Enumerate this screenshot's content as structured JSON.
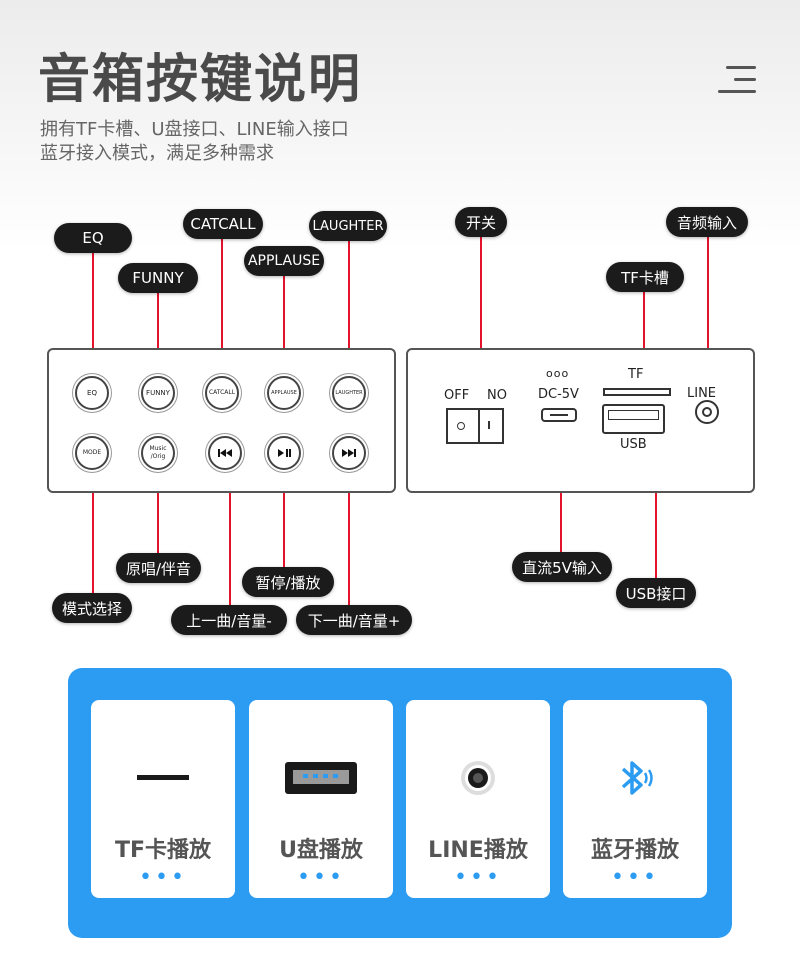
{
  "header": {
    "title": "音箱按键说明",
    "subtitle_line1": "拥有TF卡槽、U盘接口、LINE输入接口",
    "subtitle_line2": "蓝牙接入模式，满足多种需求"
  },
  "left_panel": {
    "buttons_row1": [
      "EQ",
      "FUNNY",
      "CATCALL",
      "APPLAUSE",
      "LAUGHTER"
    ],
    "buttons_row2": [
      "MODE",
      "Music /Orig",
      "prev-icon",
      "play-pause-icon",
      "next-icon"
    ],
    "callouts_top": [
      "EQ",
      "FUNNY",
      "CATCALL",
      "APPLAUSE",
      "LAUGHTER"
    ],
    "callouts_bottom": [
      "模式选择",
      "原唱/伴音",
      "上一曲/音量-",
      "暂停/播放",
      "下一曲/音量+"
    ]
  },
  "right_panel": {
    "switch_off": "OFF",
    "switch_on": "NO",
    "dc_label": "DC-5V",
    "dc_dots": "ooo",
    "tf_label": "TF",
    "usb_label": "USB",
    "line_label": "LINE",
    "callouts": {
      "switch": "开关",
      "audio_in": "音频输入",
      "tf_slot": "TF卡槽",
      "dc_in": "直流5V输入",
      "usb_port": "USB接口"
    }
  },
  "modes": [
    {
      "label": "TF卡播放",
      "icon": "tf-card-icon",
      "dots": "•••"
    },
    {
      "label": "U盘播放",
      "icon": "usb-drive-icon",
      "dots": "•••"
    },
    {
      "label": "LINE播放",
      "icon": "line-jack-icon",
      "dots": "•••"
    },
    {
      "label": "蓝牙播放",
      "icon": "bluetooth-icon",
      "dots": "•••"
    }
  ],
  "colors": {
    "accent_blue": "#2b9cf2",
    "callout_line": "#e3132c",
    "pill_bg": "#1b1b1b"
  }
}
